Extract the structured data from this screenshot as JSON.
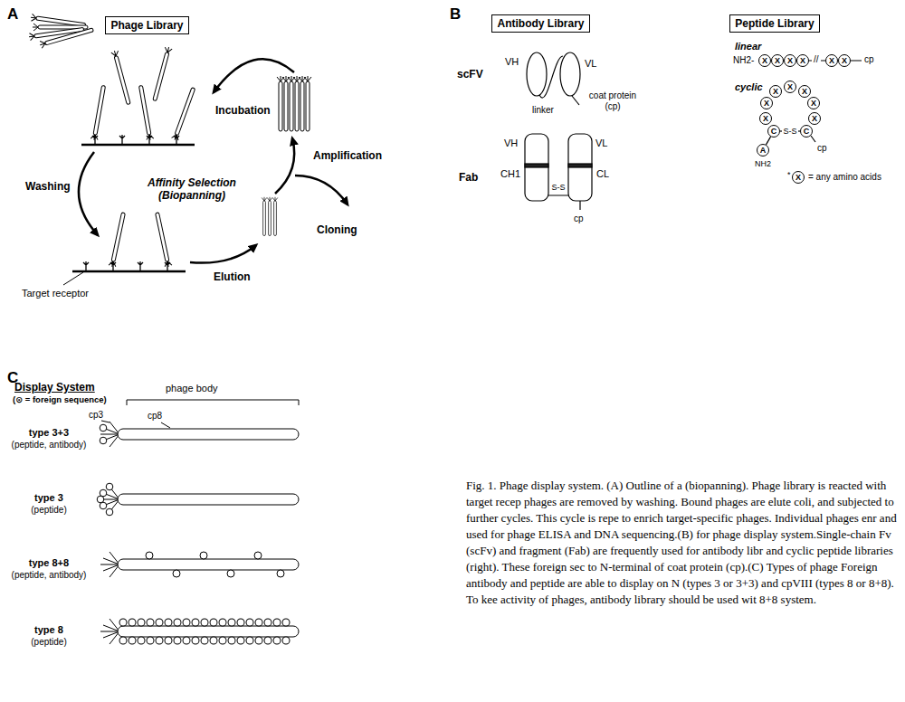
{
  "diagram": {
    "caption": "Fig. 1. Phage display system. (A) Outline of a (biopanning). Phage library is reacted with target recep phages are removed by washing. Bound phages are elute coli, and subjected to further cycles. This cycle is repe to enrich target-specific phages. Individual phages enr and used for phage ELISA and DNA sequencing.(B) for phage display system.Single-chain Fv (scFv) and fragment (Fab) are frequently used for antibody libr and cyclic peptide libraries (right). These foreign sec to N-terminal of coat protein (cp).(C) Types of phage Foreign antibody and peptide are able to display on N (types 3 or 3+3) and cpVIII (types 8 or 8+8). To kee activity of phages, antibody library should be used wit 8+8 system.",
    "nodes": [
      {
        "text": [
          "Phage Library"
        ]
      },
      {
        "text": [
          "Antibody Library"
        ]
      },
      {
        "text": [
          "Peptide Library"
        ]
      },
      {
        "text": [
          "X"
        ]
      },
      {
        "text": [
          "X"
        ]
      },
      {
        "text": [
          "X"
        ]
      },
      {
        "text": [
          "X"
        ]
      },
      {
        "text": [
          "X"
        ]
      },
      {
        "text": [
          "X"
        ]
      },
      {
        "text": [
          "X"
        ]
      },
      {
        "text": [
          "X"
        ]
      },
      {
        "text": [
          "X"
        ]
      },
      {
        "text": [
          "X"
        ]
      },
      {
        "text": [
          "X"
        ]
      },
      {
        "text": [
          "X"
        ]
      },
      {
        "text": [
          "X"
        ]
      },
      {
        "text": [
          "C"
        ]
      },
      {
        "text": [
          "C"
        ]
      },
      {
        "text": [
          "A"
        ]
      },
      {
        "text": [
          "X"
        ]
      }
    ],
    "edges": [
      {
        "from": 16,
        "to": 17,
        "label": "S-S",
        "arrow": "none"
      },
      {
        "from": 18,
        "to": 16,
        "arrow": "none"
      }
    ],
    "labels": [
      "A",
      "Incubation",
      "Washing",
      "Affinity Selection (Biopanning)",
      "Amplification",
      "Cloning",
      "Elution",
      "Target receptor",
      "B",
      "scFV",
      "VH",
      "VL",
      "linker",
      "coat protein (cp)",
      "Fab",
      "VH",
      "CH1",
      "S-S",
      "VL",
      "CL",
      "cp",
      "linear",
      "NH2-",
      "//",
      "cp",
      "cyclic",
      "NH2",
      "cp",
      "*",
      "= any amino acids",
      "C",
      "Display System",
      "(⊙ = foreign sequence)",
      "phage body",
      "cp3",
      "cp8",
      "type 3+3",
      "(peptide, antibody)",
      "type 3",
      "(peptide)",
      "type 8+8",
      "(peptide, antibody)",
      "type 8",
      "(peptide)"
    ]
  }
}
